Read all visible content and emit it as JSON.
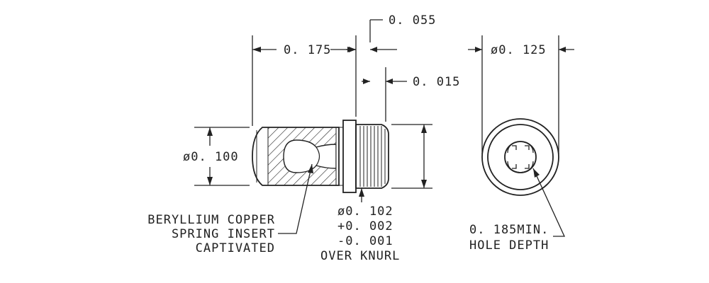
{
  "dimensions": {
    "flange_thickness": "0. 055",
    "body_length": "0. 175",
    "knurl_offset": "0. 015",
    "outer_diameter": "ø0. 125",
    "body_diameter": "ø0. 100"
  },
  "notes": {
    "insert": [
      "BERYLLIUM COPPER",
      "SPRING INSERT",
      "CAPTIVATED"
    ],
    "knurl": [
      "ø0. 102",
      "+0. 002",
      "-0. 001",
      "OVER KNURL"
    ],
    "hole": [
      "0. 185MIN.",
      "HOLE DEPTH"
    ]
  }
}
